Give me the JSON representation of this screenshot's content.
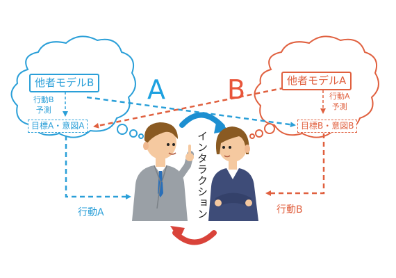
{
  "nodes": {
    "label_a": "A",
    "label_b": "B",
    "model_b_title": "他者モデルB",
    "model_a_title": "他者モデルA",
    "predict_b": "行動B\n予測",
    "predict_a": "行動A\n予測",
    "goal_a": "目標A・意図A",
    "goal_b": "目標B・意図B",
    "action_a": "行動A",
    "action_b": "行動B",
    "interaction": "インタラクション"
  },
  "colors": {
    "blue": "#2a9fd8",
    "red": "#e0603f",
    "suit": "#9aa0a6",
    "hair": "#8a5a22"
  },
  "icons": [
    "thought-cloud",
    "businessman",
    "businesswoman",
    "cycle-arrow"
  ]
}
